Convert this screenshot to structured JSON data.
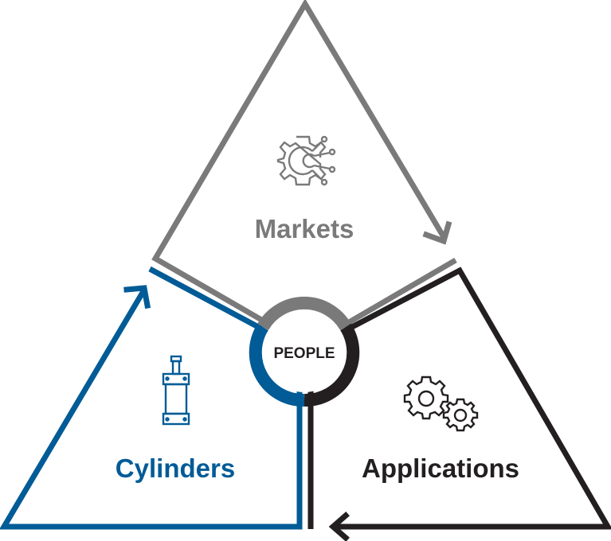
{
  "center": {
    "label": "PEOPLE"
  },
  "segments": [
    {
      "label": "Markets",
      "icon": "gear-circuit-icon",
      "color": "#7a7a7a"
    },
    {
      "label": "Applications",
      "icon": "gears-icon",
      "color": "#231f20"
    },
    {
      "label": "Cylinders",
      "icon": "cylinder-icon",
      "color": "#005b96"
    }
  ]
}
